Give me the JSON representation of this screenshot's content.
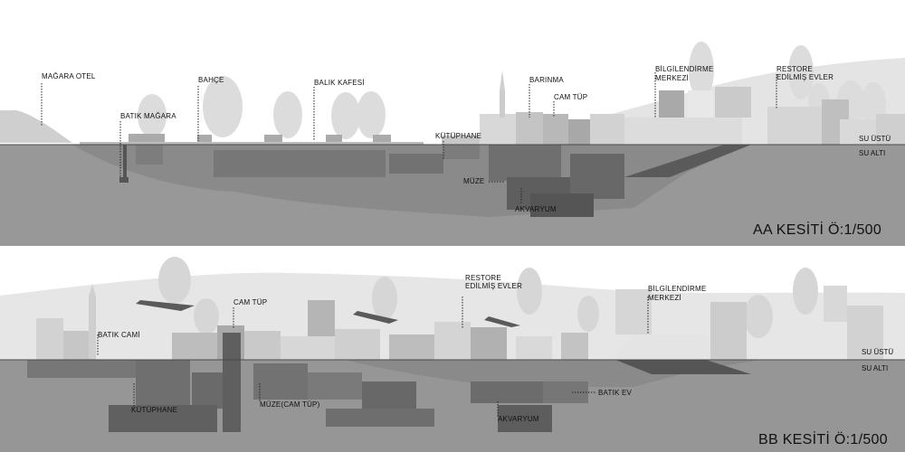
{
  "aa": {
    "title": "AA KESİTİ Ö:1/500",
    "water_above": "SU ÜSTÜ",
    "water_below": "SU ALTI",
    "labels": {
      "magara_otel": "MAĞARA OTEL",
      "batik_magara": "BATIK MAĞARA",
      "bahce": "BAHÇE",
      "balik_kafesi": "BALIK KAFESİ",
      "kutuphane": "KÜTÜPHANE",
      "barinma": "BARINMA",
      "cam_tup": "CAM TÜP",
      "muze": "MÜZE",
      "akvaryum": "AKVARYUM",
      "bilgilendirme": [
        "BİLGİLENDİRME",
        "MERKEZİ"
      ],
      "restore": [
        "RESTORE",
        "EDİLMİŞ EVLER"
      ]
    }
  },
  "bb": {
    "title": "BB KESİTİ Ö:1/500",
    "water_above": "SU ÜSTÜ",
    "water_below": "SU ALTI",
    "labels": {
      "cam_tup": "CAM TÜP",
      "batik_cami": "BATIK CAMİ",
      "kutuphane": "KÜTÜPHANE",
      "muze_cam_tup": "MÜZE(CAM TÜP)",
      "restore": [
        "RESTORE",
        "EDİLMİŞ EVLER"
      ],
      "bilgilendirme": [
        "BİLGİLENDİRME",
        "MERKEZİ"
      ],
      "akvaryum": "AKVARYUM",
      "batik_ev": "BATIK EV"
    }
  }
}
